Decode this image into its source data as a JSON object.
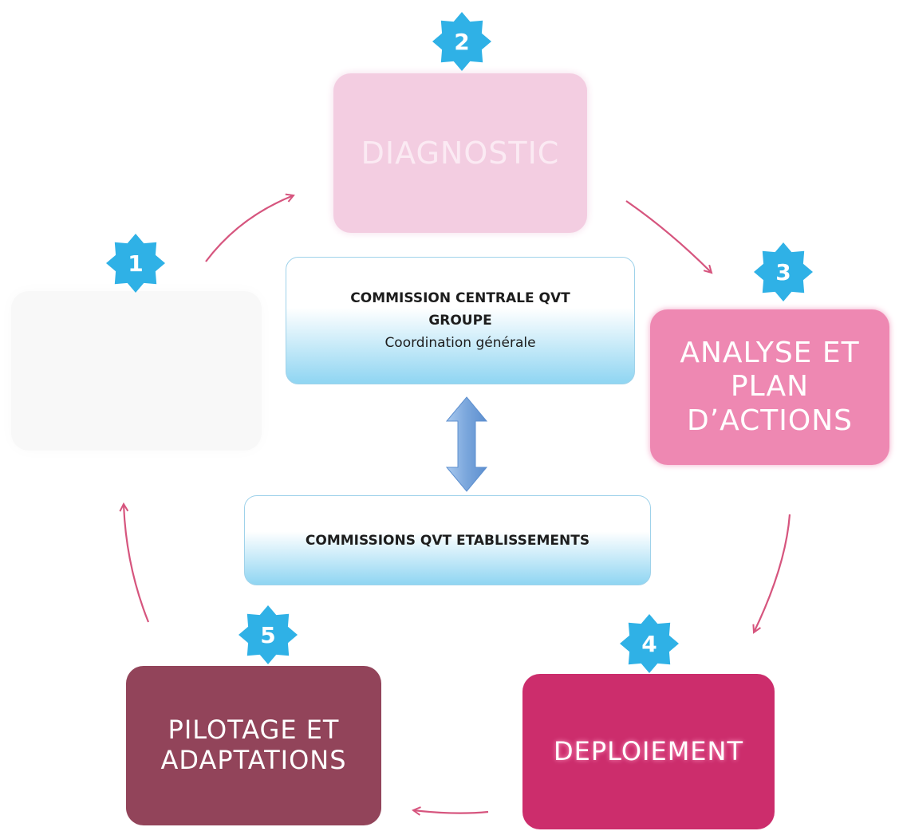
{
  "steps": [
    {
      "number": "1",
      "lines": [],
      "color": "#f8f8f8"
    },
    {
      "number": "2",
      "lines": [
        "DIAGNOSTIC"
      ],
      "color": "#f3cde1"
    },
    {
      "number": "3",
      "lines": [
        "ANALYSE ET",
        "PLAN",
        "D’ACTIONS"
      ],
      "color": "#ee88b2"
    },
    {
      "number": "4",
      "lines": [
        "DEPLOIEMENT"
      ],
      "color": "#cc2d6c"
    },
    {
      "number": "5",
      "lines": [
        "PILOTAGE ET",
        "ADAPTATIONS"
      ],
      "color": "#92445a"
    }
  ],
  "central": {
    "line1": "COMMISSION CENTRALE QVT",
    "line2": "GROUPE",
    "line3": "Coordination générale"
  },
  "establishments": {
    "label": "COMMISSIONS QVT ETABLISSEMENTS"
  },
  "colors": {
    "badge": "#2fb1e6",
    "cycle_arrow": "#d6557e",
    "double_arrow": "#7aa6dc",
    "commission_border": "#9fd2ea"
  },
  "icons": {
    "badge": "star-badge-icon",
    "cycle_arrow": "arrow-icon",
    "link": "double-arrow-icon"
  }
}
